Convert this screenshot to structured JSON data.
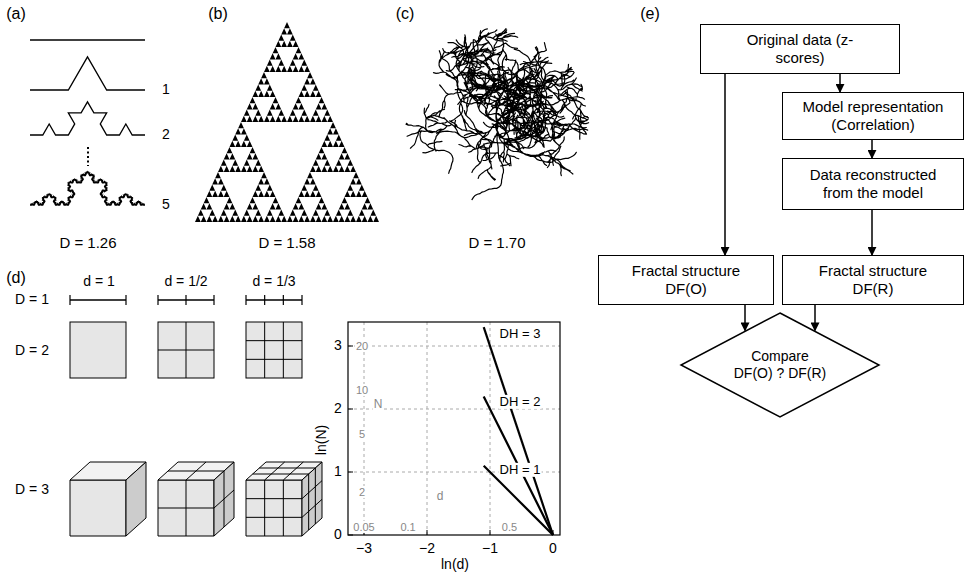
{
  "diagram": {
    "nodes": [
      {
        "text": [
          "Original data (z-scores)"
        ]
      },
      {
        "text": [
          "Model representation (Correlation)"
        ]
      },
      {
        "text": [
          "Data reconstructed from the model"
        ]
      },
      {
        "text": [
          "Fractal structure DF(O)"
        ]
      },
      {
        "text": [
          "Fractal structure DF(R)"
        ]
      },
      {
        "text": [
          "Compare DF(O) ? DF(R)"
        ]
      }
    ],
    "edges": [
      {
        "from": 0,
        "to": 1,
        "arrow": "to"
      },
      {
        "from": 1,
        "to": 2,
        "arrow": "to"
      },
      {
        "from": 0,
        "to": 3,
        "arrow": "to"
      },
      {
        "from": 2,
        "to": 4,
        "arrow": "to"
      },
      {
        "from": 3,
        "to": 5,
        "arrow": "to"
      },
      {
        "from": 4,
        "to": 5,
        "arrow": "to"
      }
    ],
    "labels": [
      "(a)",
      "(b)",
      "(c)",
      "(d)",
      "(e)",
      "1",
      "2",
      "5",
      "D = 1.26",
      "D = 1.58",
      "D = 1.70",
      "d = 1",
      "d = 1/2",
      "d = 1/3",
      "D = 1",
      "D = 2",
      "D = 3",
      "DH = 3",
      "DH = 2",
      "DH = 1",
      "3",
      "2",
      "1",
      "0",
      "−3",
      "−2",
      "−1",
      "0",
      "ln(N)",
      "ln(d)",
      "N",
      "20",
      "10",
      "5",
      "2",
      "d",
      "0.05",
      "0.1",
      "0.5"
    ]
  }
}
